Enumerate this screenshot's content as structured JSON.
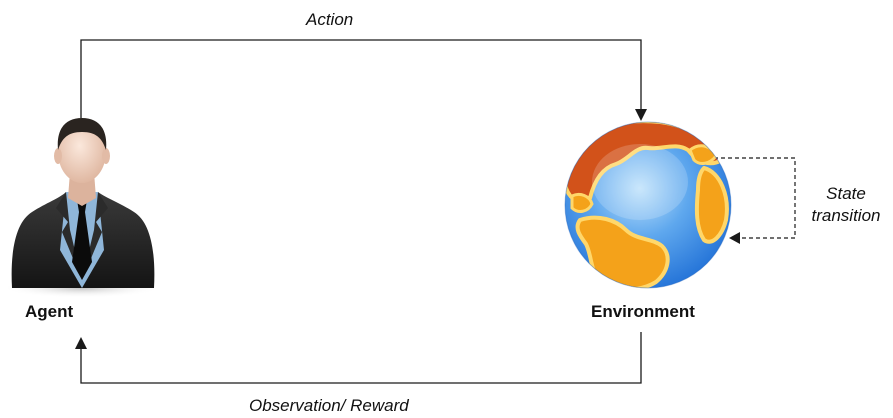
{
  "diagram": {
    "nodes": {
      "agent": {
        "label": "Agent",
        "icon": "businessman-icon"
      },
      "environment": {
        "label": "Environment",
        "icon": "globe-icon"
      }
    },
    "edges": {
      "action": {
        "label": "Action",
        "from": "agent",
        "to": "environment"
      },
      "observation": {
        "label": "Observation/ Reward",
        "from": "environment",
        "to": "agent"
      },
      "state_transition": {
        "label_line1": "State",
        "label_line2": "transition",
        "from": "environment",
        "to": "environment",
        "style": "dashed"
      }
    }
  },
  "colors": {
    "line": "#1a1a1a",
    "suit": "#1f1f1f",
    "shirt": "#8fb6d9",
    "tie": "#0b0b0b",
    "skin": "#f1d9c9",
    "hair": "#2a2420",
    "ocean": "#3d8de6",
    "ocean_light": "#9dcdf2",
    "land": "#f4a21a",
    "land_outline": "#ffd76a",
    "land_dark": "#d2521a"
  }
}
